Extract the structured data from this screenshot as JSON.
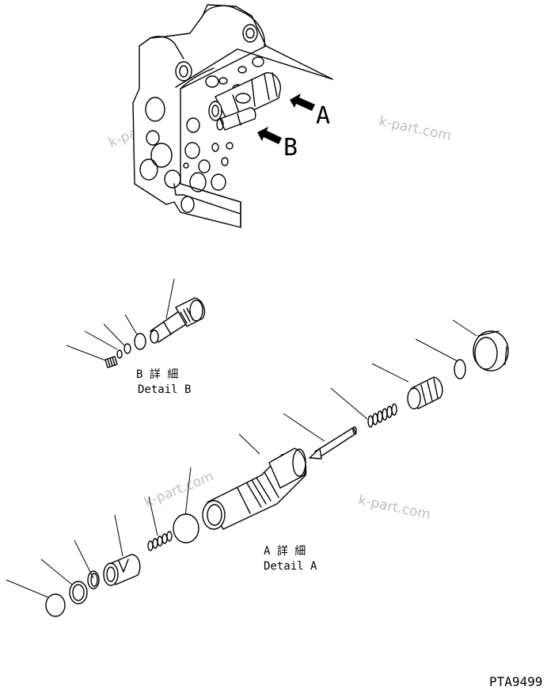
{
  "labels": {
    "arrow_a": "A",
    "arrow_b": "B",
    "detail_b_jp": "B 詳 細",
    "detail_b_en": "Detail B",
    "detail_a_jp": "A 詳 細",
    "detail_a_en": "Detail A",
    "drawing_code": "PTA9499"
  },
  "watermark": "k-part.com",
  "colors": {
    "line": "#000000",
    "watermark": "#bdbdbd",
    "background": "#ffffff"
  }
}
